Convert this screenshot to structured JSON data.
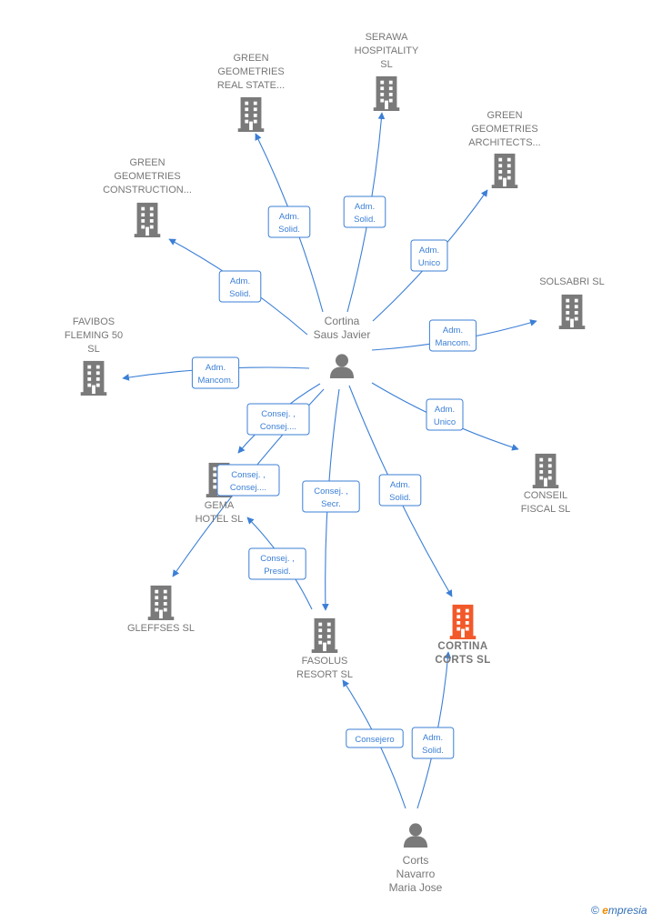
{
  "companies": [
    {
      "id": "green-real",
      "label": [
        "GREEN",
        "GEOMETRIES",
        "REAL STATE..."
      ],
      "focus": false
    },
    {
      "id": "serawa",
      "label": [
        "SERAWA",
        "HOSPITALITY",
        "SL"
      ],
      "focus": false
    },
    {
      "id": "green-arch",
      "label": [
        "GREEN",
        "GEOMETRIES",
        "ARCHITECTS..."
      ],
      "focus": false
    },
    {
      "id": "green-constr",
      "label": [
        "GREEN",
        "GEOMETRIES",
        "CONSTRUCTION..."
      ],
      "focus": false
    },
    {
      "id": "solsabri",
      "label": [
        "SOLSABRI SL"
      ],
      "focus": false
    },
    {
      "id": "favibos",
      "label": [
        "FAVIBOS",
        "FLEMING 50",
        "SL"
      ],
      "focus": false
    },
    {
      "id": "conseil",
      "label": [
        "CONSEIL",
        "FISCAL SL"
      ],
      "focus": false
    },
    {
      "id": "gema",
      "label": [
        "GEMA",
        "HOTEL SL"
      ],
      "focus": false
    },
    {
      "id": "gleffses",
      "label": [
        "GLEFFSES SL"
      ],
      "focus": false
    },
    {
      "id": "fasolus",
      "label": [
        "FASOLUS",
        "RESORT SL"
      ],
      "focus": false
    },
    {
      "id": "cortina-corts",
      "label": [
        "CORTINA",
        "CORTS SL"
      ],
      "focus": true
    }
  ],
  "people": [
    {
      "id": "cortina-saus",
      "label": [
        "Cortina",
        "Saus Javier"
      ]
    },
    {
      "id": "corts-navarro",
      "label": [
        "Corts",
        "Navarro",
        "Maria Jose"
      ]
    }
  ],
  "edges": [
    {
      "from": "cortina-saus",
      "to": "green-real",
      "label": [
        "Adm.",
        "Solid."
      ]
    },
    {
      "from": "cortina-saus",
      "to": "serawa",
      "label": [
        "Adm.",
        "Solid."
      ]
    },
    {
      "from": "cortina-saus",
      "to": "green-arch",
      "label": [
        "Adm.",
        "Unico"
      ]
    },
    {
      "from": "cortina-saus",
      "to": "green-constr",
      "label": [
        "Adm.",
        "Solid."
      ]
    },
    {
      "from": "cortina-saus",
      "to": "solsabri",
      "label": [
        "Adm.",
        "Mancom."
      ]
    },
    {
      "from": "cortina-saus",
      "to": "favibos",
      "label": [
        "Adm.",
        "Mancom."
      ]
    },
    {
      "from": "cortina-saus",
      "to": "conseil",
      "label": [
        "Adm.",
        "Unico"
      ]
    },
    {
      "from": "cortina-saus",
      "to": "gema",
      "label": [
        "Consej. ,",
        "Consej...."
      ]
    },
    {
      "from": "cortina-saus",
      "to": "gleffses",
      "label": [
        "Consej. ,",
        "Consej...."
      ]
    },
    {
      "from": "cortina-saus",
      "to": "fasolus",
      "label": [
        "Consej. ,",
        "Secr."
      ]
    },
    {
      "from": "cortina-saus",
      "to": "cortina-corts",
      "label": [
        "Adm.",
        "Solid."
      ]
    },
    {
      "from": "fasolus",
      "to": "gema",
      "label": [
        "Consej. ,",
        "Presid."
      ]
    },
    {
      "from": "corts-navarro",
      "to": "fasolus",
      "label": [
        "Consejero"
      ]
    },
    {
      "from": "corts-navarro",
      "to": "cortina-corts",
      "label": [
        "Adm.",
        "Solid."
      ]
    }
  ],
  "colors": {
    "edge": "#3b7fd6",
    "node": "#7a7a7a",
    "focus": "#f2592a",
    "text": "#777777"
  },
  "brand": {
    "copyright": "©",
    "initial": "e",
    "name": "mpresia"
  }
}
